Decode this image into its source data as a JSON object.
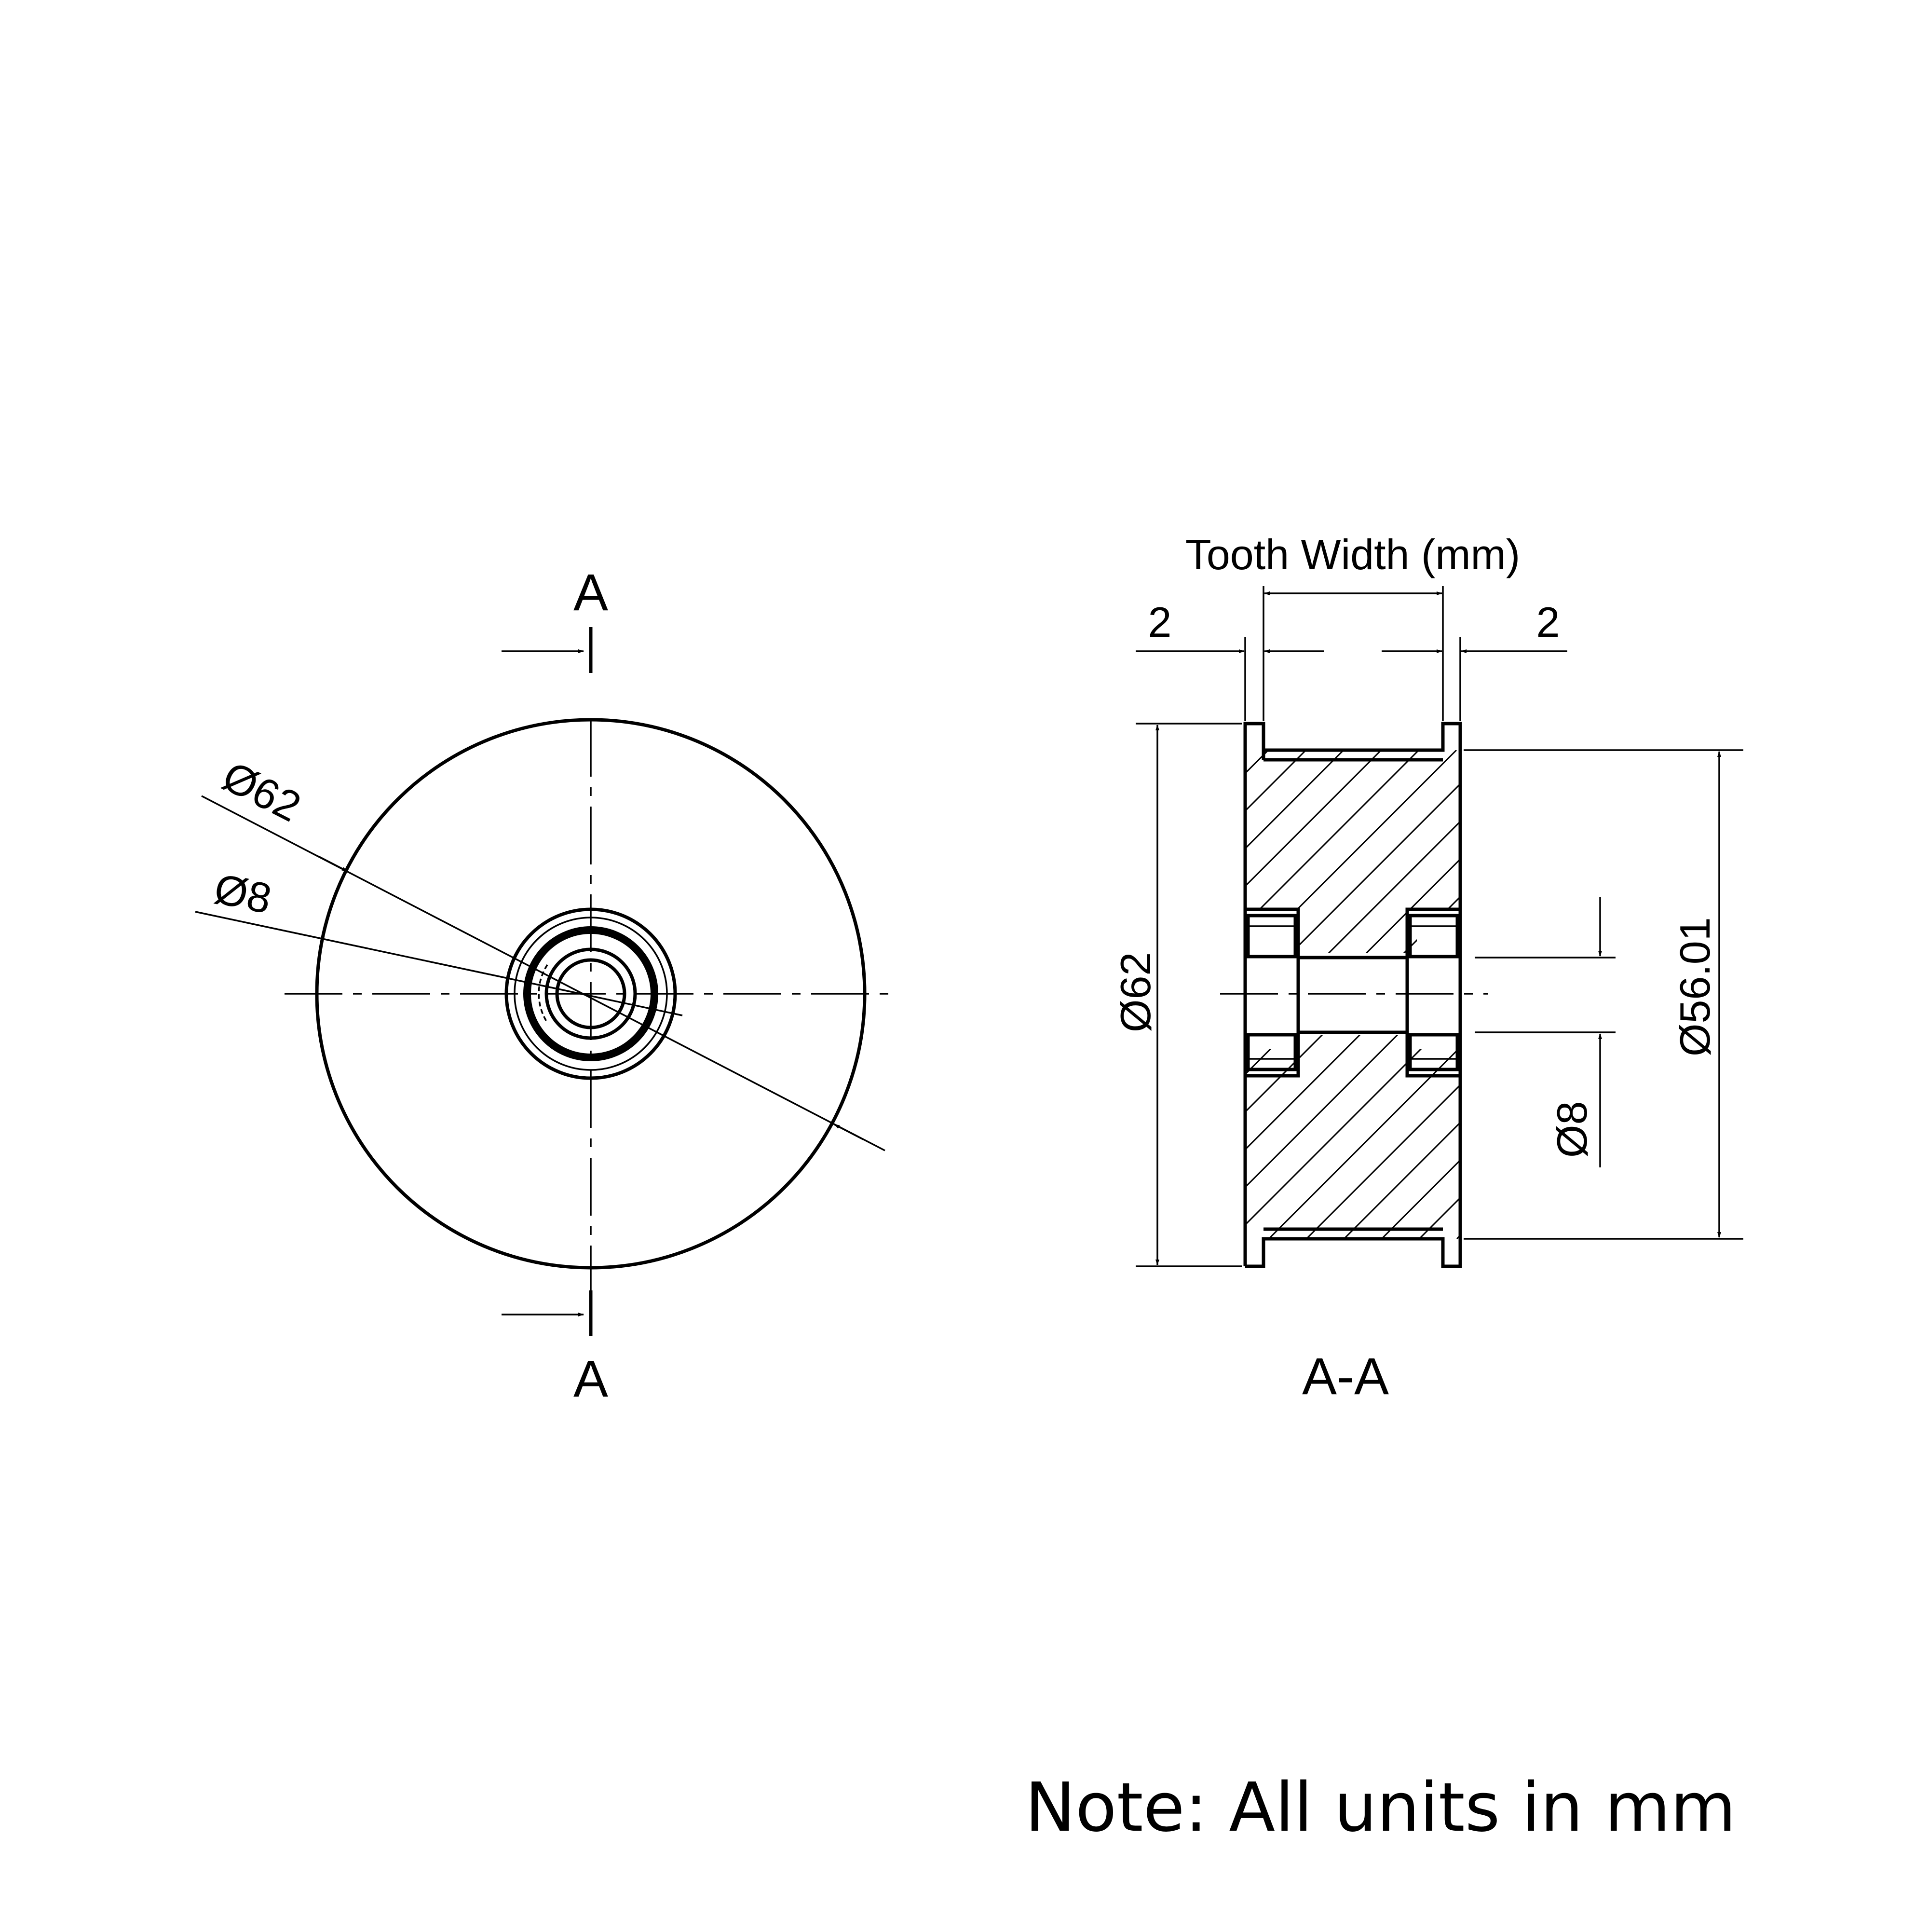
{
  "front_view": {
    "section_mark_top": "A",
    "section_mark_bottom": "A",
    "outer_diameter_label": "Ø62",
    "bore_diameter_label": "Ø8"
  },
  "section_view": {
    "title": "A-A",
    "tooth_width_label": "Tooth Width (mm)",
    "left_flange_label": "2",
    "right_flange_label": "2",
    "outer_diameter_label": "Ø62",
    "root_diameter_label": "Ø56.01",
    "bore_diameter_label": "Ø8"
  },
  "note": "Note: All units in mm"
}
